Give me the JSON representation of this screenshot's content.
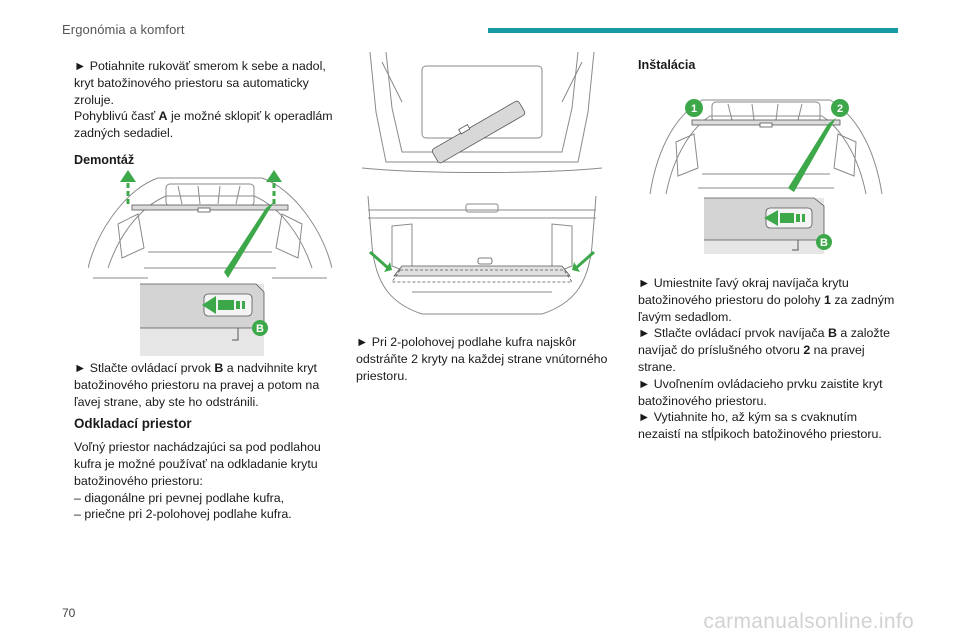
{
  "header": {
    "section_title": "Ergonómia a komfort"
  },
  "colors": {
    "accent": "#169aa5",
    "figure_green": "#3da84a",
    "figure_lines": "#8a8a8a"
  },
  "column1": {
    "p1_text": "► Potiahnite rukoväť smerom k sebe a nadol, kryt batožinového priestoru sa automaticky zroluje.",
    "p2_before": "Pohyblivú časť ",
    "p2_bold": "A",
    "p2_after": " je možné sklopiť k operadlám zadných sedadiel.",
    "removal_heading": "Demontáž",
    "figure_label": "B",
    "p3_before": "► Stlačte ovládací prvok ",
    "p3_bold": "B",
    "p3_after": " a nadvihnite kryt batožinového priestoru na pravej a potom na ľavej strane, aby ste ho odstránili.",
    "storage_heading": "Odkladací priestor",
    "p4_text": "Voľný priestor nachádzajúci sa pod podlahou kufra je možné používať na odkladanie krytu batožinového priestoru:",
    "list_item_1": "– diagonálne pri pevnej podlahe kufra,",
    "list_item_2": "– priečne pri 2-polohovej podlahe kufra."
  },
  "column2": {
    "p1_text": "► Pri 2-polohovej podlahe kufra najskôr odstráňte 2 kryty na každej strane vnútorného priestoru."
  },
  "column3": {
    "install_heading": "Inštalácia",
    "marker_1": "1",
    "marker_2": "2",
    "figure_label": "B",
    "p1_before": "► Umiestnite ľavý okraj navíjača krytu batožinového priestoru do polohy ",
    "p1_bold": "1",
    "p1_after": " za zadným ľavým sedadlom.",
    "p2_before": "► Stlačte ovládací prvok navíjača ",
    "p2_bold1": "B",
    "p2_mid": " a založte navíjač do príslušného otvoru ",
    "p2_bold2": "2",
    "p2_after": " na pravej strane.",
    "p3_text": "► Uvoľnením ovládacieho prvku zaistite kryt batožinového priestoru.",
    "p4_text": "► Vytiahnite ho, až kým sa s cvaknutím nezaistí na stĺpikoch batožinového priestoru."
  },
  "footer": {
    "page_number": "70",
    "watermark": "carmanualsonline.info"
  }
}
